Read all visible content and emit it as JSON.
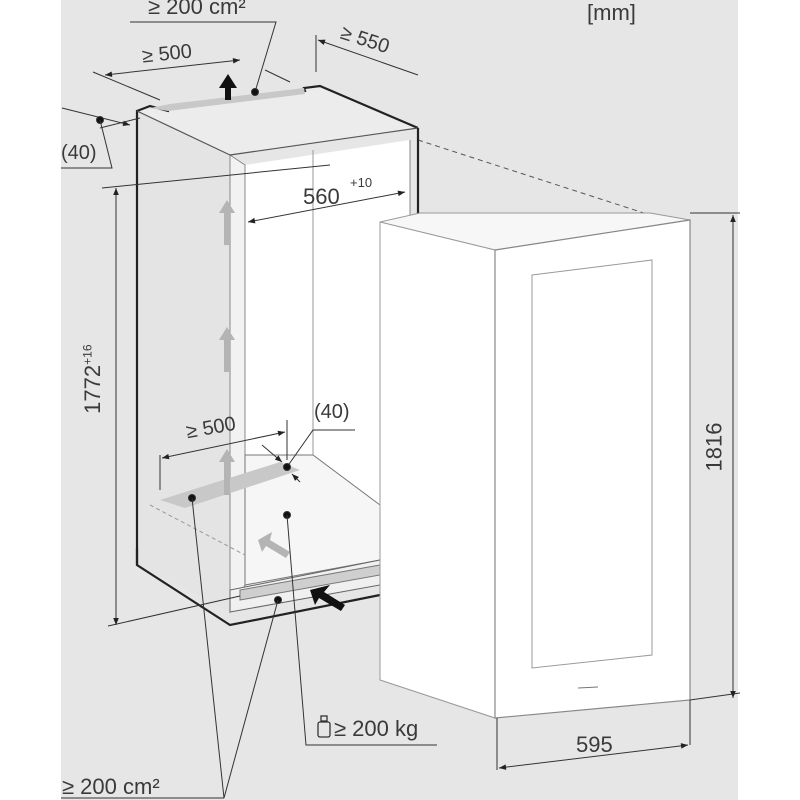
{
  "diagram": {
    "unit_label": "[mm]",
    "colors": {
      "background": "#e6e6e6",
      "page": "#ffffff",
      "line": "#222222",
      "text": "#3a3a3a",
      "vent": "#c8c8c8",
      "airflow_arrow": "#b4b4b4",
      "appliance": "#ffffff"
    },
    "niche": {
      "top_vent_area": "≥ 200 cm²",
      "top_vent_depth": "≥ 500",
      "niche_depth": "≥ 550",
      "top_gap": "(40)",
      "niche_width": "560",
      "niche_width_tolerance": "+10",
      "niche_height": "1772",
      "niche_height_tolerance": "+16",
      "bottom_vent_depth": "≥ 500",
      "bottom_gap": "(40)",
      "bottom_vent_area": "≥ 200 cm²",
      "floor_load": "≥ 200 kg"
    },
    "appliance": {
      "height": "1816",
      "width": "595"
    },
    "icons": {
      "weight": "weight-icon",
      "airflow_up": "arrow-up-icon",
      "airflow_in": "arrow-in-icon"
    }
  }
}
